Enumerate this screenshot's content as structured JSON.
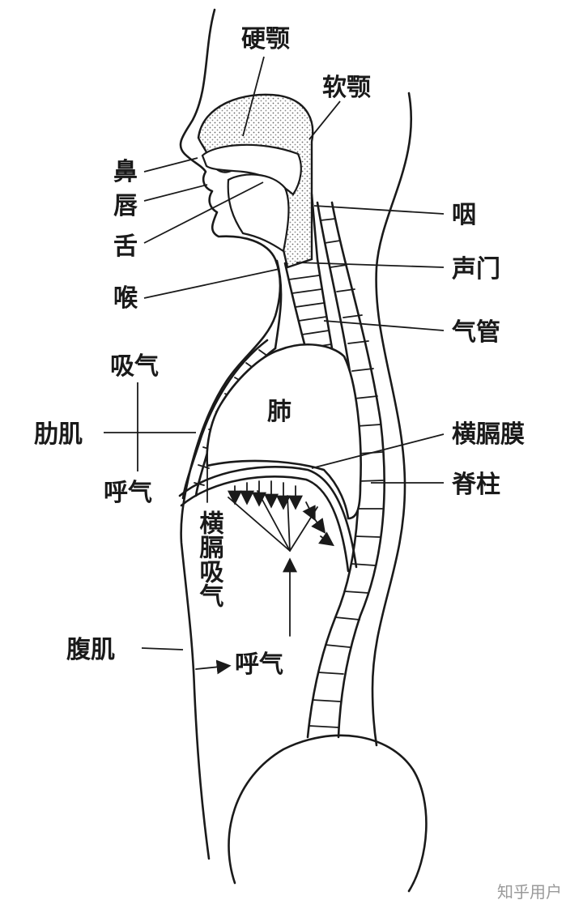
{
  "labels": {
    "hard_palate": "硬颚",
    "soft_palate": "软颚",
    "nose": "鼻",
    "lips": "唇",
    "tongue": "舌",
    "larynx": "喉",
    "pharynx": "咽",
    "glottis": "声门",
    "trachea": "气管",
    "inhale": "吸气",
    "intercostal": "肋肌",
    "lung": "肺",
    "diaphragm": "横膈膜",
    "exhale_left": "呼气",
    "spine": "脊柱",
    "diaphragm_inhale": "横膈吸气",
    "abdominal": "腹肌",
    "exhale_bottom": "呼气"
  },
  "watermark": "知乎用户"
}
